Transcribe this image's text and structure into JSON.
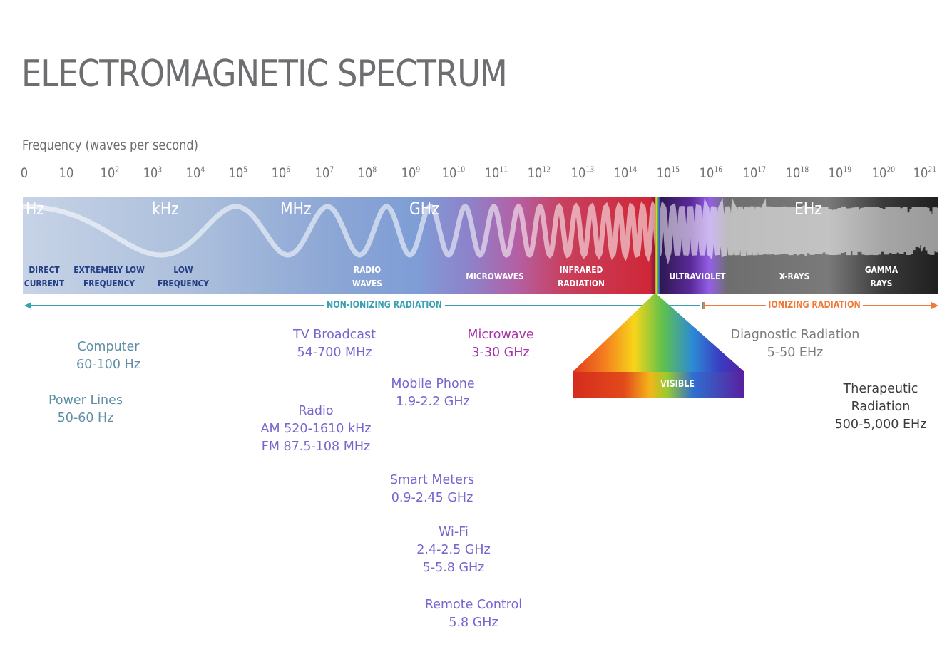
{
  "title": "ELECTROMAGNETIC SPECTRUM",
  "axis_label": "Frequency (waves per second)",
  "ticks": [
    {
      "base": "0",
      "exp": ""
    },
    {
      "base": "10",
      "exp": ""
    },
    {
      "base": "10",
      "exp": "2"
    },
    {
      "base": "10",
      "exp": "3"
    },
    {
      "base": "10",
      "exp": "4"
    },
    {
      "base": "10",
      "exp": "5"
    },
    {
      "base": "10",
      "exp": "6"
    },
    {
      "base": "10",
      "exp": "7"
    },
    {
      "base": "10",
      "exp": "8"
    },
    {
      "base": "10",
      "exp": "9"
    },
    {
      "base": "10",
      "exp": "10"
    },
    {
      "base": "10",
      "exp": "11"
    },
    {
      "base": "10",
      "exp": "12"
    },
    {
      "base": "10",
      "exp": "13"
    },
    {
      "base": "10",
      "exp": "14"
    },
    {
      "base": "10",
      "exp": "15"
    },
    {
      "base": "10",
      "exp": "16"
    },
    {
      "base": "10",
      "exp": "17"
    },
    {
      "base": "10",
      "exp": "18"
    },
    {
      "base": "10",
      "exp": "19"
    },
    {
      "base": "10",
      "exp": "20"
    },
    {
      "base": "10",
      "exp": "21"
    }
  ],
  "units": {
    "hz": "Hz",
    "khz": "kHz",
    "mhz": "MHz",
    "ghz": "GHz",
    "ehz": "EHz"
  },
  "regions": {
    "direct_current": "DIRECT\nCURRENT",
    "extremely_low_frequency": "EXTREMELY LOW\nFREQUENCY",
    "low_frequency": "LOW\nFREQUENCY",
    "radio_waves": "RADIO\nWAVES",
    "microwaves": "MICROWAVES",
    "infrared": "INFRARED\nRADIATION",
    "ultraviolet": "ULTRAVIOLET",
    "x_rays": "X-RAYS",
    "gamma_rays": "GAMMA\nRAYS",
    "visible": "VISIBLE"
  },
  "radiation": {
    "non_ionizing": "NON-IONIZING RADIATION",
    "ionizing": "IONIZING RADIATION"
  },
  "sources": {
    "computer": {
      "name": "Computer",
      "range": "60-100 Hz"
    },
    "power_lines": {
      "name": "Power Lines",
      "range": "50-60 Hz"
    },
    "tv_broadcast": {
      "name": "TV Broadcast",
      "range": "54-700 MHz"
    },
    "radio": {
      "name": "Radio",
      "range_am": "AM 520-1610 kHz",
      "range_fm": "FM 87.5-108 MHz"
    },
    "microwave": {
      "name": "Microwave",
      "range": "3-30 GHz"
    },
    "mobile_phone": {
      "name": "Mobile Phone",
      "range": "1.9-2.2 GHz"
    },
    "smart_meters": {
      "name": "Smart Meters",
      "range": "0.9-2.45 GHz"
    },
    "wifi": {
      "name": "Wi-Fi",
      "range_1": "2.4-2.5 GHz",
      "range_2": "5-5.8 GHz"
    },
    "remote_control": {
      "name": "Remote Control",
      "range": "5.8 GHz"
    },
    "diagnostic_radiation": {
      "name": "Diagnostic Radiation",
      "range": "5-50 EHz"
    },
    "therapeutic_radiation": {
      "name_1": "Therapeutic",
      "name_2": "Radiation",
      "range": "500-5,000 EHz"
    }
  },
  "colors": {
    "title_gray": "#6d6e71",
    "non_ionizing": "#3aa0b4",
    "ionizing": "#f07a3a",
    "teal_text": "#5f8fa6",
    "purple_text": "#7a64cf",
    "magenta_text": "#a531a8"
  }
}
